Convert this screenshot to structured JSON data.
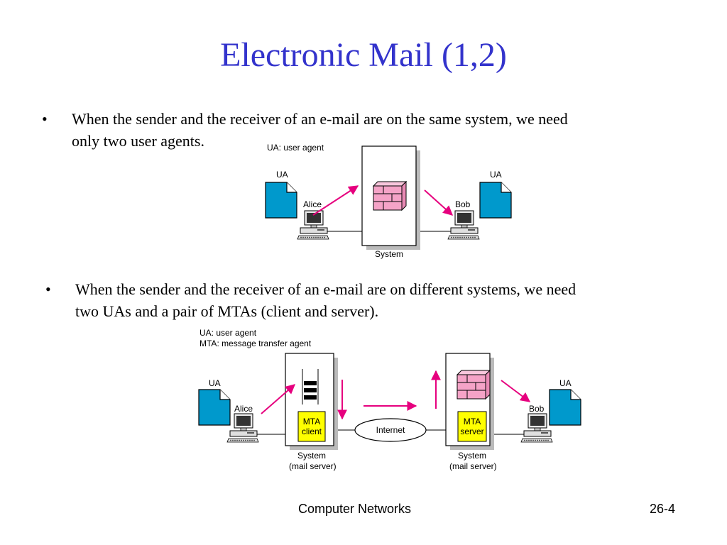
{
  "slide": {
    "title": "Electronic Mail (1,2)",
    "bullets": [
      {
        "symbol": "•",
        "lines": [
          "When the sender and the receiver of an e-mail are on the same system, we need",
          "only two user agents."
        ]
      },
      {
        "symbol": "•",
        "lines": [
          "When the sender and the receiver of an e-mail are on different systems, we need",
          "two UAs and a pair of MTAs (client and server)."
        ]
      }
    ]
  },
  "diagram1": {
    "legend": "UA: user agent",
    "ua_left": "UA",
    "ua_right": "UA",
    "sender": "Alice",
    "receiver": "Bob",
    "system_label": "System"
  },
  "diagram2": {
    "legend_line1": "UA: user agent",
    "legend_line2": "MTA: message transfer agent",
    "ua_left": "UA",
    "ua_right": "UA",
    "sender": "Alice",
    "receiver": "Bob",
    "mta_client": [
      "MTA",
      "client"
    ],
    "mta_server": [
      "MTA",
      "server"
    ],
    "internet": "Internet",
    "system_left": [
      "System",
      "(mail server)"
    ],
    "system_right": [
      "System",
      "(mail server)"
    ]
  },
  "footer": {
    "course": "Computer Networks",
    "page": "26-4"
  },
  "colors": {
    "title": "#3333cc",
    "document": "#0099cc",
    "mailbox": "#f5a3c7",
    "arrow": "#e6007e",
    "mta_box": "#ffff00"
  },
  "icons": [
    "document-icon",
    "computer-icon",
    "mailbox-icon",
    "queue-icon",
    "internet-cloud"
  ]
}
